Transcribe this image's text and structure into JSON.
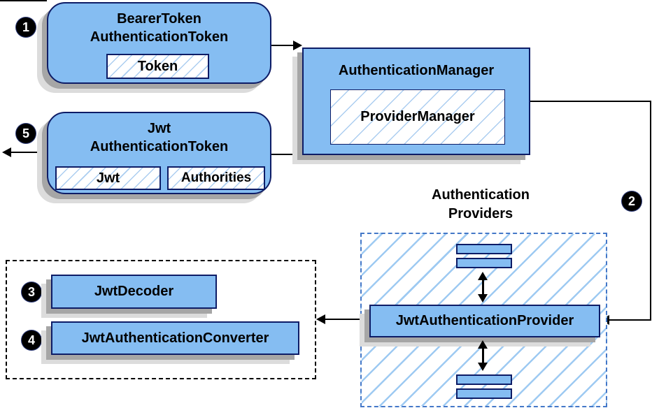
{
  "diagram": {
    "steps": {
      "one": "1",
      "two": "2",
      "three": "3",
      "four": "4",
      "five": "5"
    },
    "nodes": {
      "bearer_token": {
        "line1": "BearerToken",
        "line2": "AuthenticationToken",
        "chip": "Token"
      },
      "authentication_manager": {
        "title": "AuthenticationManager",
        "chip": "ProviderManager"
      },
      "jwt_authentication_token": {
        "line1": "Jwt",
        "line2": "AuthenticationToken",
        "chip1": "Jwt",
        "chip2": "Authorities"
      },
      "providers_group": {
        "label_line1": "Authentication",
        "label_line2": "Providers",
        "provider": "JwtAuthenticationProvider"
      },
      "decoder_group": {
        "decoder": "JwtDecoder",
        "converter": "JwtAuthenticationConverter"
      }
    },
    "colors": {
      "node_fill": "#85BDF2",
      "node_border": "#0d1c66",
      "hatch_line": "#abcdf0",
      "group_border_blue": "#4478c8",
      "group_border_black": "#000000",
      "arrow": "#000000",
      "shadow_dark": "#a6a6a6",
      "shadow_light": "#dcdcdc",
      "badge_bg": "#000000",
      "badge_text": "#ffffff"
    }
  }
}
